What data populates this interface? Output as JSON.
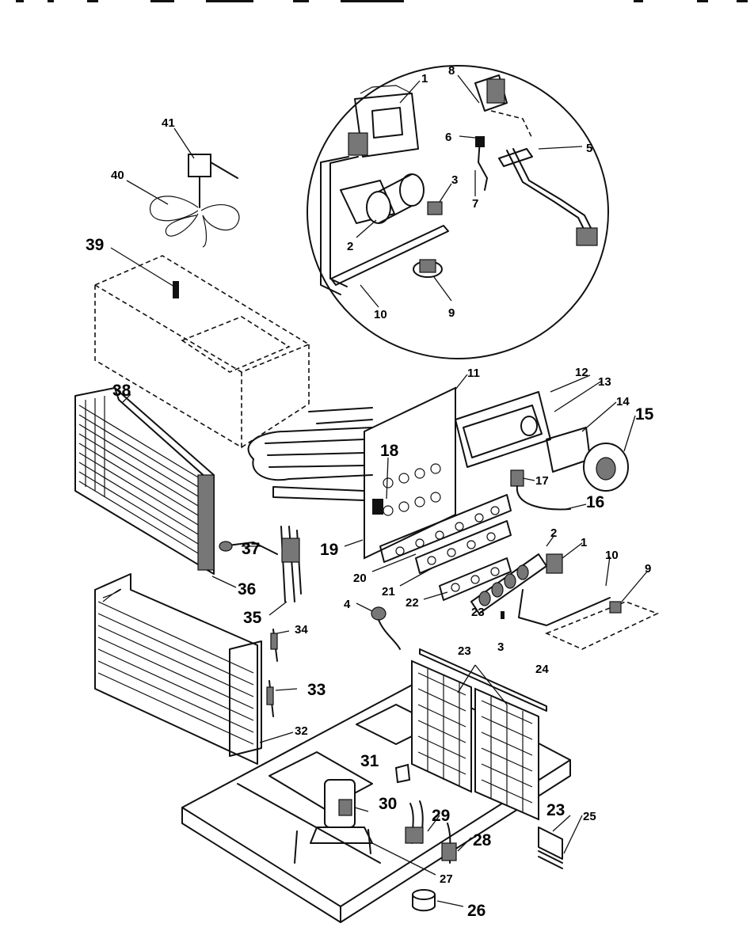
{
  "callouts": [
    {
      "text": "1"
    },
    {
      "text": "8"
    },
    {
      "text": "6"
    },
    {
      "text": "5"
    },
    {
      "text": "3"
    },
    {
      "text": "7"
    },
    {
      "text": "2"
    },
    {
      "text": "9"
    },
    {
      "text": "10"
    },
    {
      "text": "41"
    },
    {
      "text": "40"
    },
    {
      "text": "39"
    },
    {
      "text": "38"
    },
    {
      "text": "11"
    },
    {
      "text": "12"
    },
    {
      "text": "13"
    },
    {
      "text": "14"
    },
    {
      "text": "15"
    },
    {
      "text": "18"
    },
    {
      "text": "17"
    },
    {
      "text": "16"
    },
    {
      "text": "37"
    },
    {
      "text": "36"
    },
    {
      "text": "35"
    },
    {
      "text": "19"
    },
    {
      "text": "20"
    },
    {
      "text": "21"
    },
    {
      "text": "22"
    },
    {
      "text": "2"
    },
    {
      "text": "1"
    },
    {
      "text": "10"
    },
    {
      "text": "9"
    },
    {
      "text": "23"
    },
    {
      "text": "4"
    },
    {
      "text": "3"
    },
    {
      "text": "34"
    },
    {
      "text": "33"
    },
    {
      "text": "32"
    },
    {
      "text": "23"
    },
    {
      "text": "24"
    },
    {
      "text": "31"
    },
    {
      "text": "30"
    },
    {
      "text": "29"
    },
    {
      "text": "28"
    },
    {
      "text": "23"
    },
    {
      "text": "25"
    },
    {
      "text": "27"
    },
    {
      "text": "26"
    }
  ]
}
